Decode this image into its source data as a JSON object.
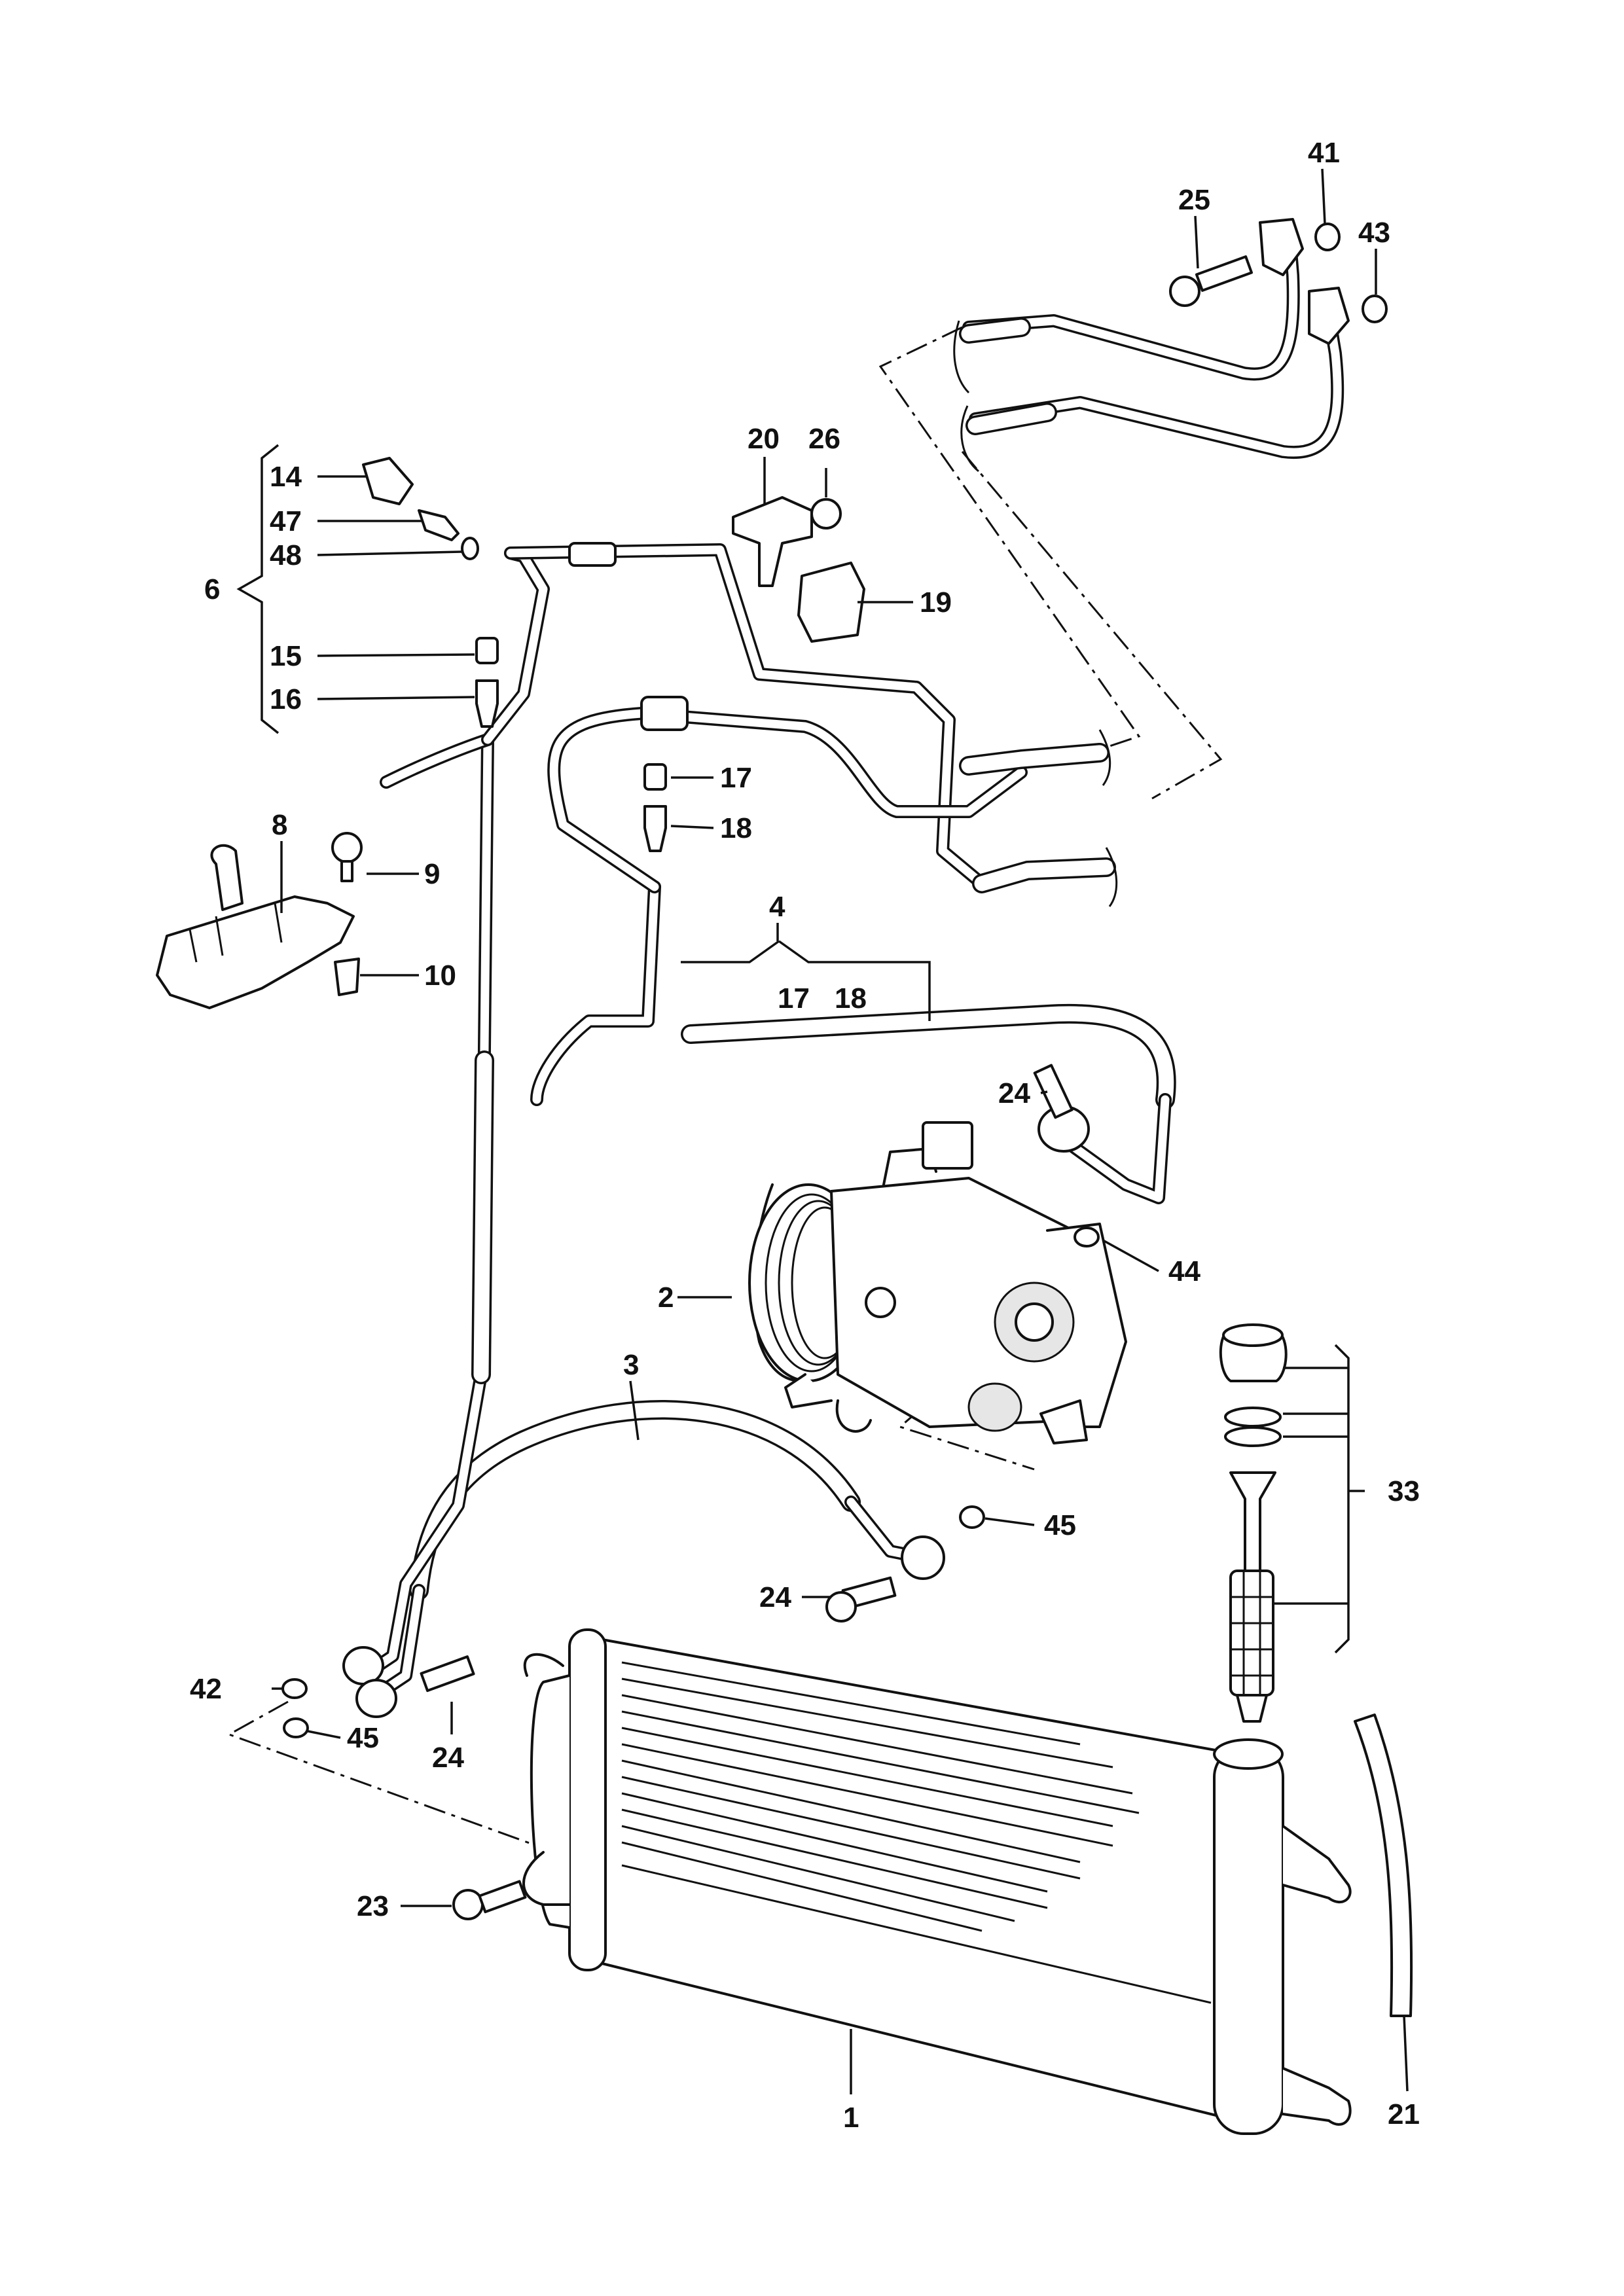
{
  "diagram": {
    "callouts": {
      "c1": "1",
      "c2": "2",
      "c3": "3",
      "c4": "4",
      "c6": "6",
      "c8": "8",
      "c9": "9",
      "c10": "10",
      "c14": "14",
      "c15": "15",
      "c16": "16",
      "c17": "17",
      "c18": "18",
      "c19": "19",
      "c20": "20",
      "c21": "21",
      "c23": "23",
      "c24a": "24",
      "c24b": "24",
      "c24c": "24",
      "c25": "25",
      "c26": "26",
      "c33": "33",
      "c41": "41",
      "c42": "42",
      "c43": "43",
      "c44": "44",
      "c45a": "45",
      "c45b": "45",
      "c47": "47",
      "c48": "48",
      "c17b": "17",
      "c18b": "18"
    }
  }
}
